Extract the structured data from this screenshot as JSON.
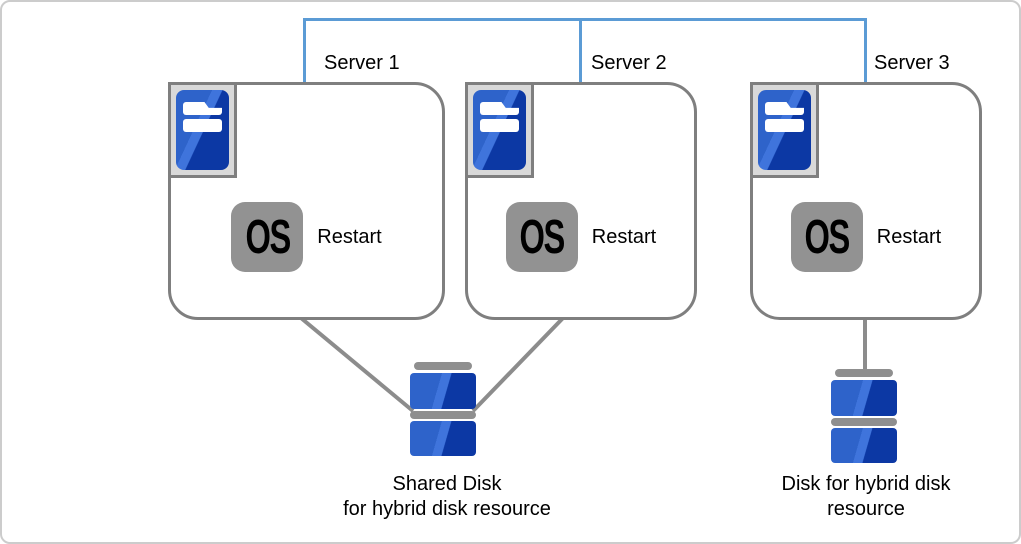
{
  "servers": [
    {
      "label": "Server 1",
      "os": "OS",
      "action": "Restart"
    },
    {
      "label": "Server 2",
      "os": "OS",
      "action": "Restart"
    },
    {
      "label": "Server 3",
      "os": "OS",
      "action": "Restart"
    }
  ],
  "disks": {
    "shared": {
      "line1": "Shared Disk",
      "line2": "for hybrid disk resource"
    },
    "local": {
      "line1": "Disk for hybrid disk",
      "line2": "resource"
    }
  },
  "colors": {
    "network_line": "#5b9bd5",
    "box_border": "#7f7f7f",
    "icon_frame_bg": "#d9d9d9",
    "blue_light": "#2e63ca",
    "blue_sheen": "#3f74dc",
    "blue_dark": "#0c38a4",
    "os_badge": "#929292",
    "disk_gray": "#8f8f8f",
    "connector": "#8c8c8c",
    "page_border": "#cccccc",
    "text": "#000000"
  }
}
